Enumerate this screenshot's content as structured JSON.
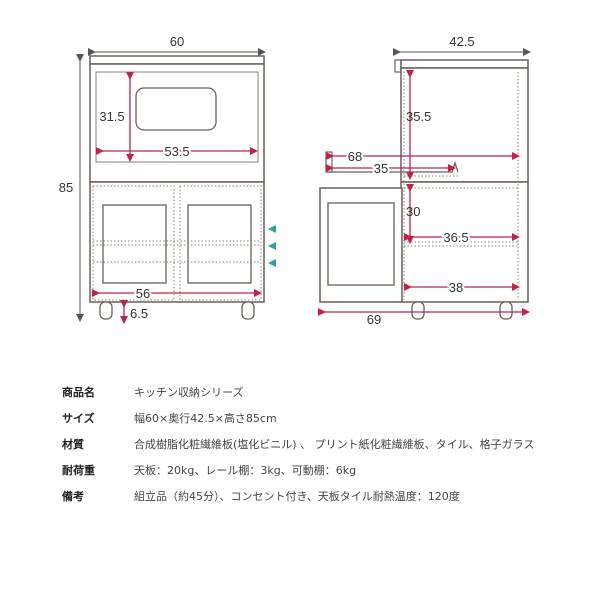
{
  "front": {
    "width": "60",
    "height": "85",
    "window_height": "31.5",
    "window_width": "53.5",
    "inner_width": "56",
    "caster": "6.5"
  },
  "side": {
    "depth": "42.5",
    "upper_height": "35.5",
    "rail_extended": "68",
    "rail_depth": "35",
    "shelf_height": "30",
    "shelf_depth": "36.5",
    "bottom_depth": "38",
    "total_extended": "69"
  },
  "colors": {
    "outline": "#6b5f58",
    "accent": "#c4204a",
    "arrow_teal": "#2fa39a"
  },
  "specs": [
    {
      "label": "商品名",
      "value": "キッチン収納シリーズ"
    },
    {
      "label": "サイズ",
      "value": "幅60×奥行42.5×高さ85cm"
    },
    {
      "label": "材質",
      "value": "合成樹脂化粧繊維板(塩化ビニル) 、 プリント紙化粧繊維板、タイル、格子ガラス"
    },
    {
      "label": "耐荷重",
      "value": "天板：20kg、レール棚：3kg、可動棚：6kg"
    },
    {
      "label": "備考",
      "value": "組立品（約45分）、コンセント付き、天板タイル耐熱温度：120度"
    }
  ]
}
